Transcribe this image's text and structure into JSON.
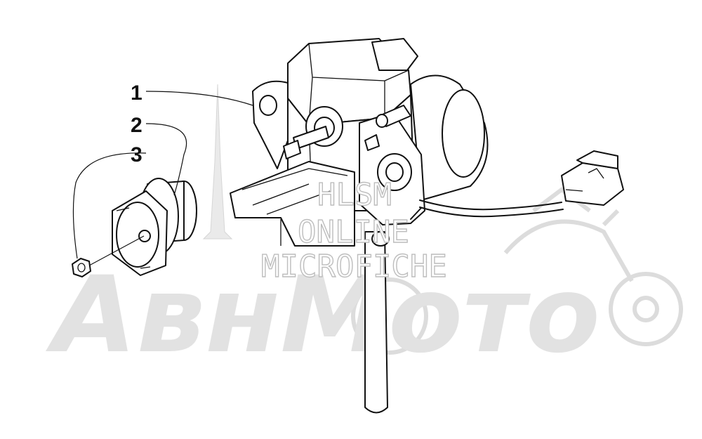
{
  "callouts": [
    {
      "number": "1"
    },
    {
      "number": "2"
    },
    {
      "number": "3"
    }
  ],
  "watermark": {
    "brand": "АвнМото",
    "site_line1": "HLSM",
    "site_line2": "ONLINE",
    "site_line3": "MICROFICHE"
  },
  "colors": {
    "line": "#111111",
    "watermark": "#e2e2e2",
    "background": "#ffffff"
  }
}
